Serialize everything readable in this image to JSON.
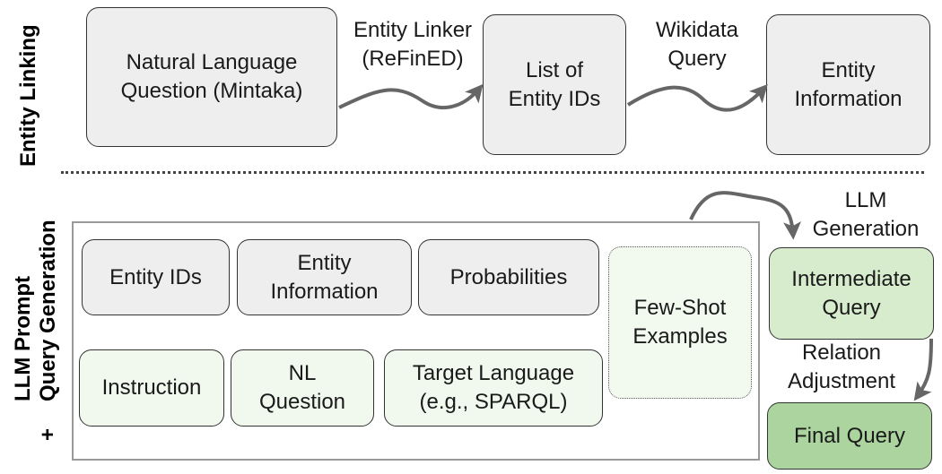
{
  "sections": {
    "top_label": "Entity Linking",
    "bottom_label_line1": "LLM  Prompt",
    "bottom_label_line2": "Query Generation",
    "bottom_label_line3": "+"
  },
  "top_row": {
    "question_box": "Natural Language\nQuestion (Mintaka)",
    "linker_label": "Entity Linker\n(ReFinED)",
    "entity_ids_box": "List of\nEntity IDs",
    "wikidata_label": "Wikidata\nQuery",
    "entity_info_box": "Entity\nInformation"
  },
  "prompt_components": {
    "entity_ids": "Entity IDs",
    "entity_information": "Entity\nInformation",
    "probabilities": "Probabilities",
    "instruction": "Instruction",
    "nl_question": "NL\nQuestion",
    "target_language": "Target Language\n(e.g., SPARQL)",
    "few_shot": "Few-Shot\nExamples"
  },
  "right_column": {
    "llm_generation_label": "LLM\nGeneration",
    "intermediate_query": "Intermediate\nQuery",
    "relation_adjustment_label": "Relation\nAdjustment",
    "final_query": "Final Query"
  },
  "colors": {
    "gray_box": "#eeeeee",
    "light_green_box": "#f1f8ee",
    "intermediate_green": "#d7eccd",
    "final_green": "#abd49e",
    "arrow": "#666666"
  }
}
